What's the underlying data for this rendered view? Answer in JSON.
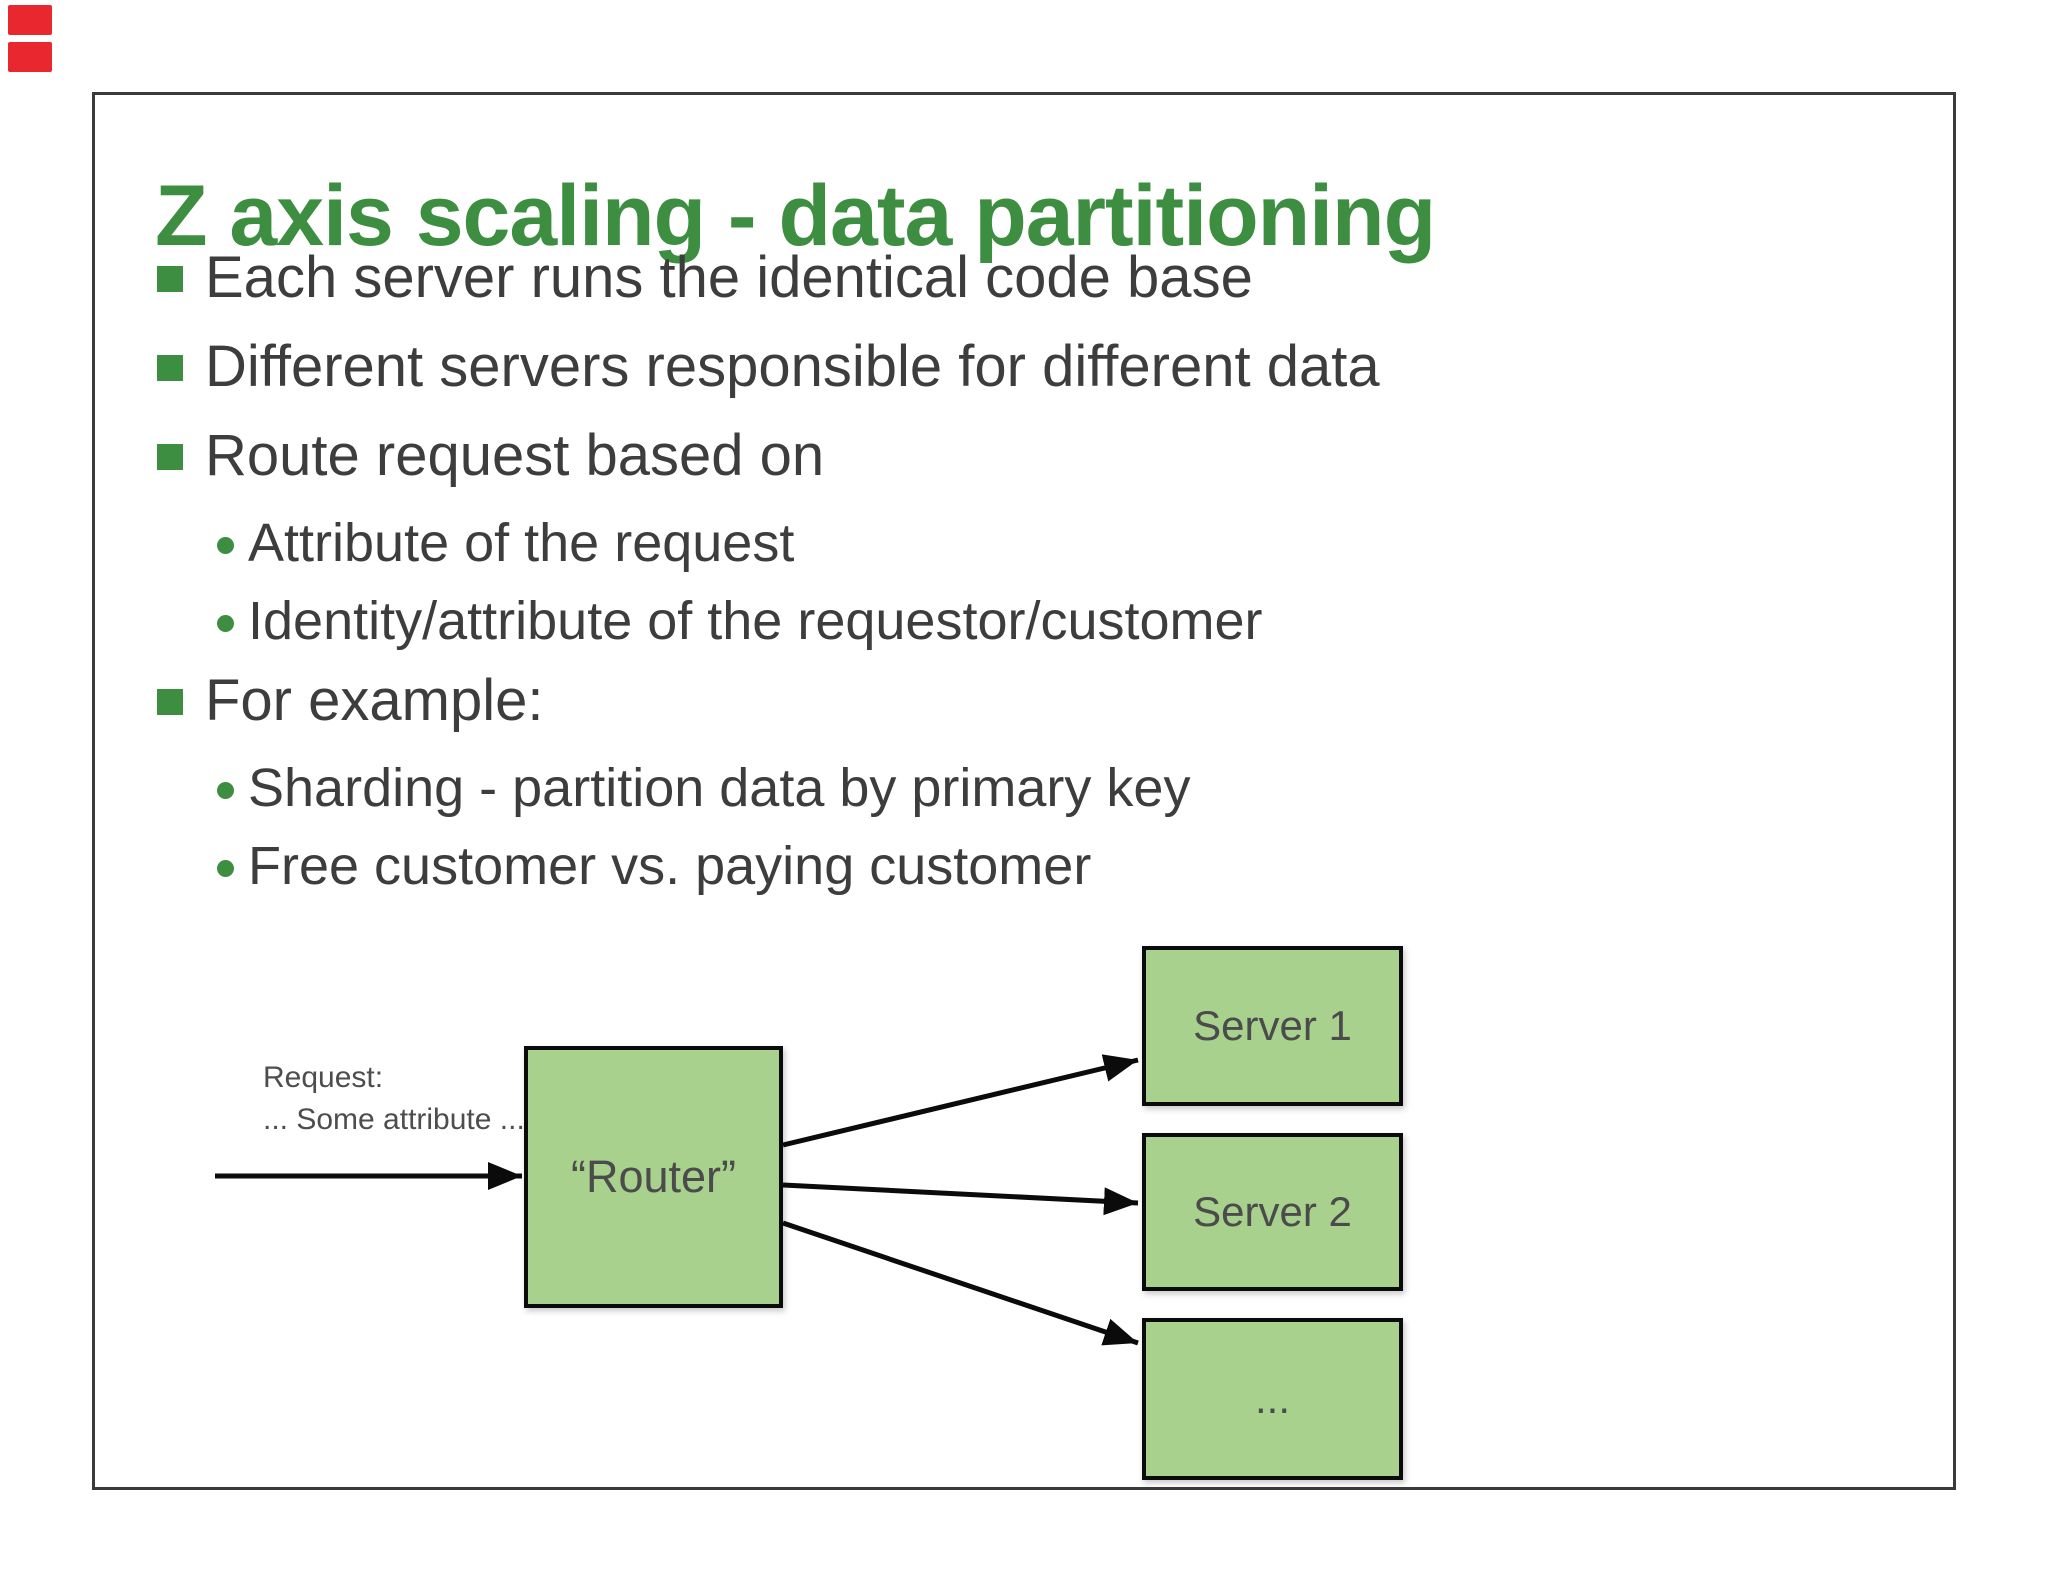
{
  "slide": {
    "title": "Z axis scaling - data partitioning",
    "bullets": [
      {
        "level": 1,
        "text": "Each server runs the identical code base"
      },
      {
        "level": 1,
        "text": "Different servers responsible for different data"
      },
      {
        "level": 1,
        "text": "Route request based on"
      },
      {
        "level": 2,
        "text": "Attribute of the request"
      },
      {
        "level": 2,
        "text": "Identity/attribute of the requestor/customer"
      },
      {
        "level": 1,
        "text": "For example:"
      },
      {
        "level": 2,
        "text": "Sharding - partition data by primary key"
      },
      {
        "level": 2,
        "text": "Free customer vs. paying customer"
      }
    ]
  },
  "diagram": {
    "request": {
      "line1": "Request:",
      "line2": "... Some attribute ..."
    },
    "router_label": "“Router”",
    "servers": [
      "Server 1",
      "Server 2",
      "..."
    ]
  },
  "colors": {
    "title_green": "#3e8e41",
    "bullet_green": "#3e8e41",
    "box_fill_green": "#a9d18e",
    "box_border": "#0b0b0b",
    "body_text": "#3d3d3d",
    "diagram_text": "#4b4b4b",
    "slide_border": "#3a3a3a",
    "red_marker": "#e8282e"
  }
}
